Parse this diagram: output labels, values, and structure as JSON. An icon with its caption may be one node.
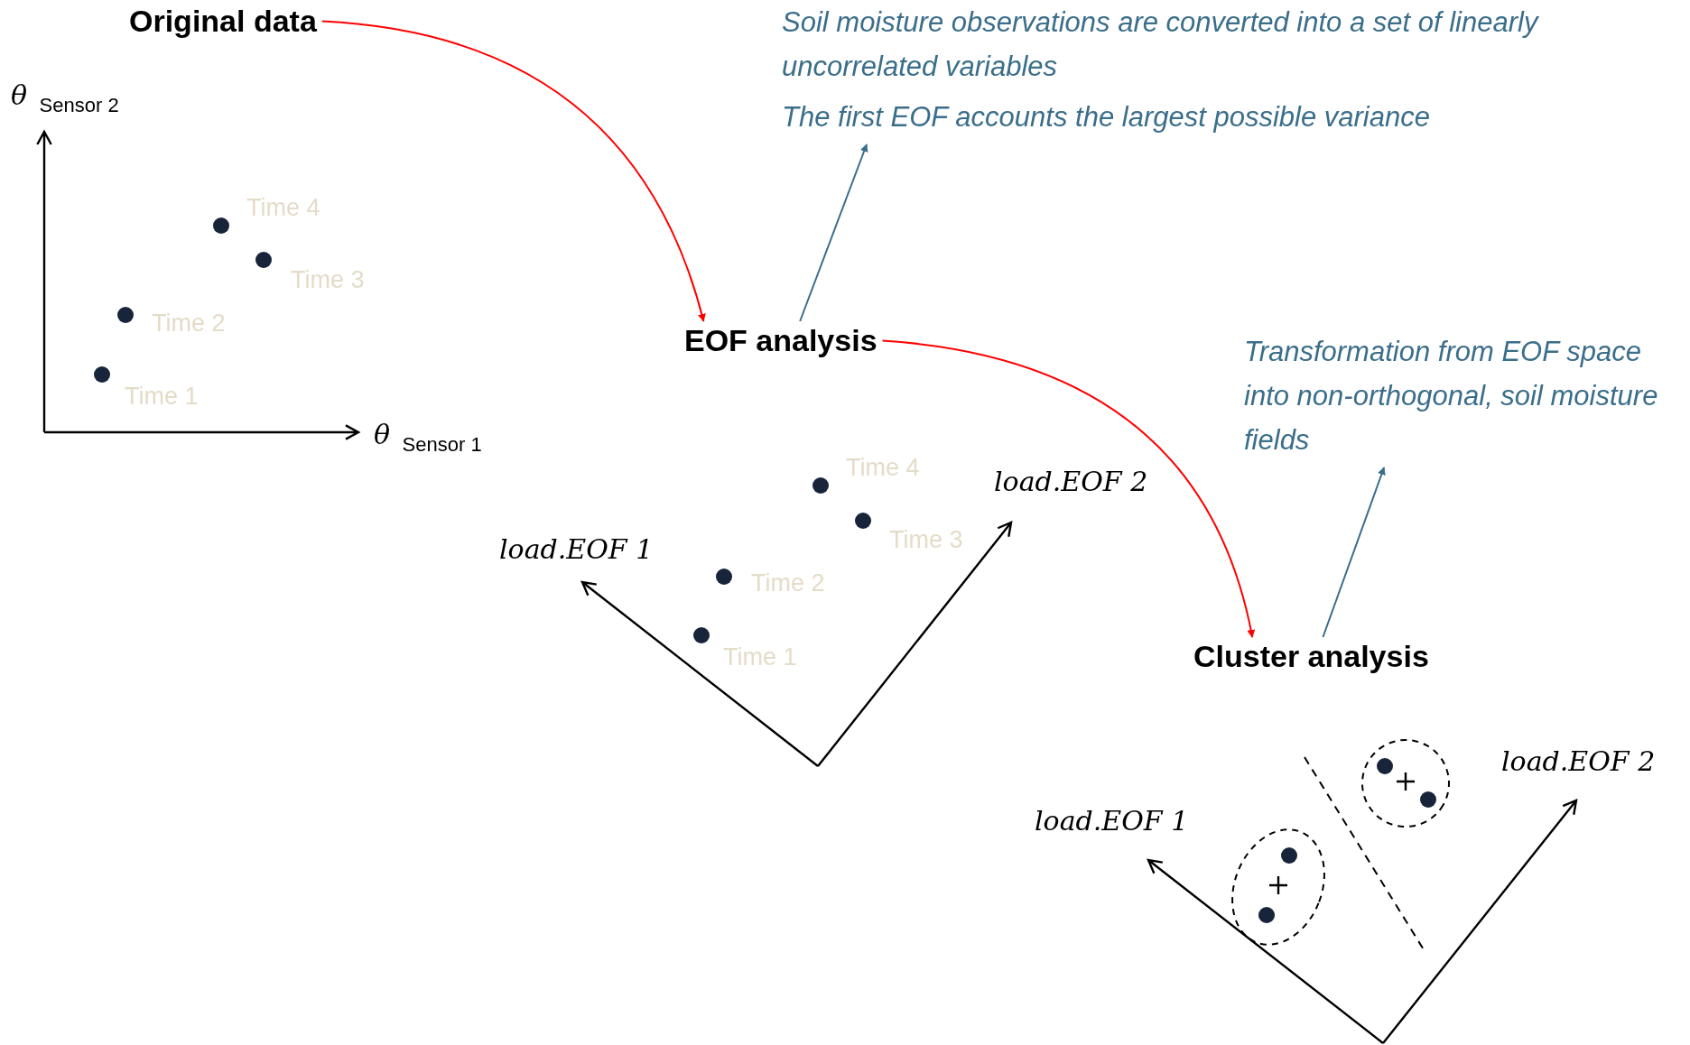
{
  "diagram": {
    "nodes": [
      {
        "text": [
          "Original data"
        ]
      },
      {
        "text": [
          "EOF analysis"
        ]
      },
      {
        "text": [
          "Cluster analysis"
        ]
      },
      {
        "text": [
          "Soil moisture observations are converted into a set of linearly uncorrelated variables",
          "The first EOF accounts the largest possible variance"
        ]
      },
      {
        "text": [
          "Transformation from EOF space into non-orthogonal, soil moisture fields"
        ]
      }
    ],
    "edges": [
      {
        "from": 0,
        "to": 1,
        "arrow": "to",
        "color": "#ff0000"
      },
      {
        "from": 1,
        "to": 2,
        "arrow": "to",
        "color": "#ff0000"
      },
      {
        "from": 1,
        "to": 3,
        "arrow": "to",
        "color": "#3b6e8a"
      },
      {
        "from": 2,
        "to": 4,
        "arrow": "to",
        "color": "#3b6e8a"
      }
    ],
    "labels": [
      "*θ* $_{Sensor 2}$",
      "Time 4",
      "Time 3",
      "Time 2",
      "Time 1",
      "*θ* $_{Sensor 1}$",
      "Time 4",
      "load.EOF 2",
      "load.EOF 1",
      "Time 3",
      "Time 2",
      "Time 1",
      "load.EOF 2",
      "load.EOF 1"
    ]
  }
}
